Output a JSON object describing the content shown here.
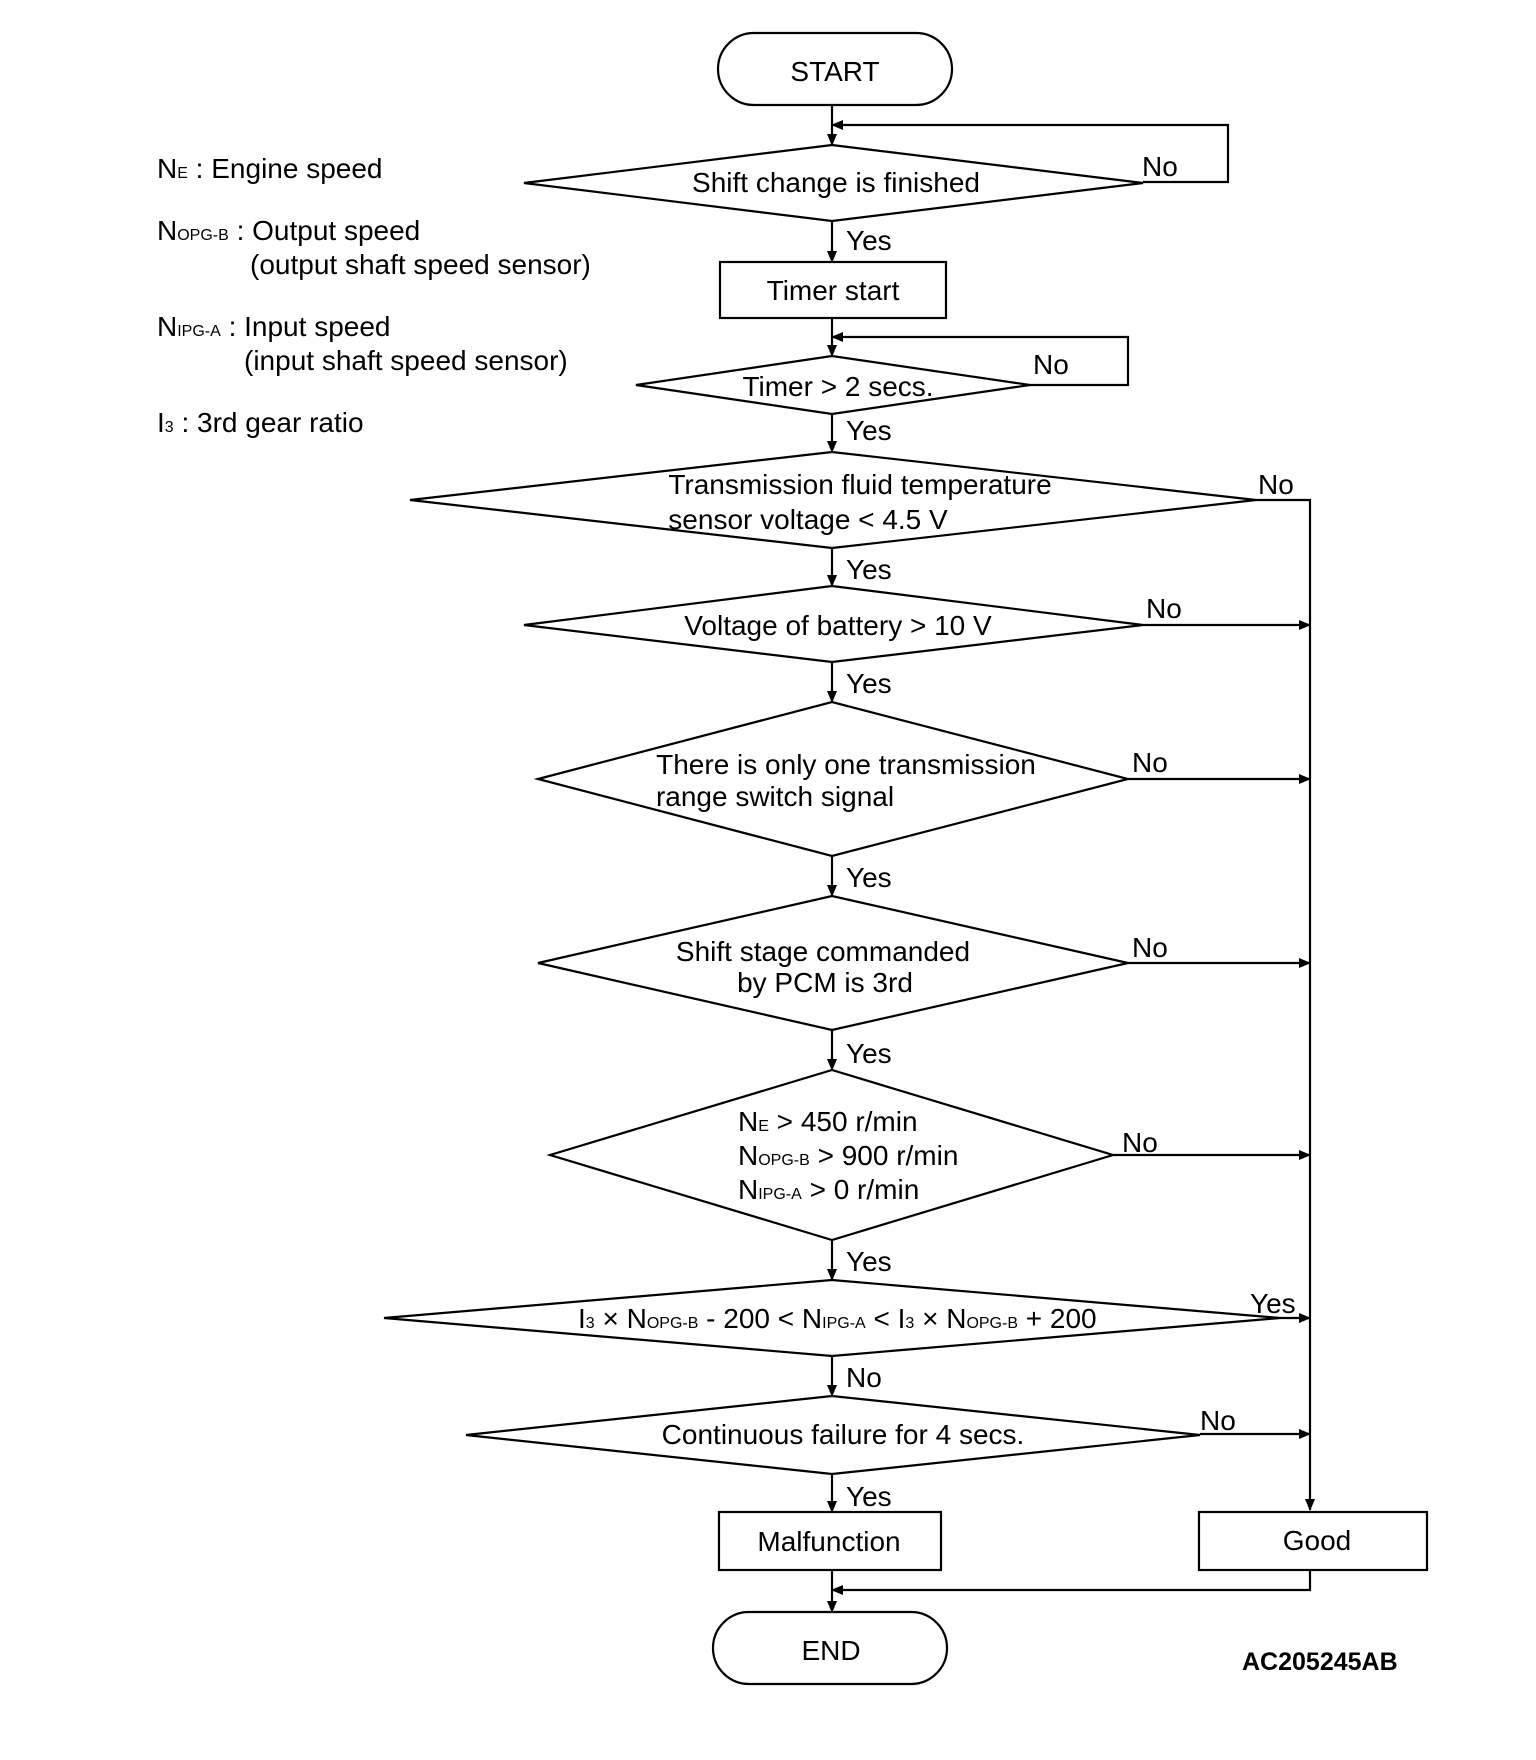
{
  "legend": {
    "ne": {
      "main": "N",
      "sub": "E",
      "rest": " : Engine speed"
    },
    "nopg": {
      "main": "N",
      "sub": "OPG-B",
      "rest": " : Output speed",
      "line2": "(output shaft speed sensor)"
    },
    "nipg": {
      "main": "N",
      "sub": "IPG-A",
      "rest": " : Input speed",
      "line2": "(input shaft speed sensor)"
    },
    "i3": {
      "main": "I",
      "sub": "3",
      "rest": " : 3rd gear ratio"
    }
  },
  "nodes": {
    "start": "START",
    "shift_finished": "Shift change is finished",
    "timer_start": "Timer start",
    "timer_gt2": "Timer > 2 secs.",
    "tft_line1": "Transmission fluid temperature",
    "tft_line2": "sensor voltage < 4.5 V",
    "battery": "Voltage of battery > 10 V",
    "trs_line1": "There is only one transmission",
    "trs_line2": "range switch signal",
    "stage_line1": "Shift stage commanded",
    "stage_line2": "by PCM is 3rd",
    "speeds": {
      "ne": {
        "main": "N",
        "sub": "E",
        "rest": " > 450 r/min"
      },
      "nopg": {
        "main": "N",
        "sub": "OPG-B",
        "rest": " > 900 r/min"
      },
      "nipg": {
        "main": "N",
        "sub": "IPG-A",
        "rest": " > 0 r/min"
      }
    },
    "ratio": {
      "i3a": "I",
      "i3a_sub": "3",
      "x1": " × N",
      "opg1_sub": "OPG-B",
      "mid1": " - 200 < N",
      "ipg_sub": "IPG-A",
      "mid2": " < I",
      "i3b_sub": "3",
      "x2": " × N",
      "opg2_sub": "OPG-B",
      "end": " + 200"
    },
    "continuous": "Continuous failure for 4 secs.",
    "malfunction": "Malfunction",
    "good": "Good",
    "end": "END"
  },
  "edges": {
    "yes": "Yes",
    "no": "No"
  },
  "figure_code": "AC205245AB"
}
